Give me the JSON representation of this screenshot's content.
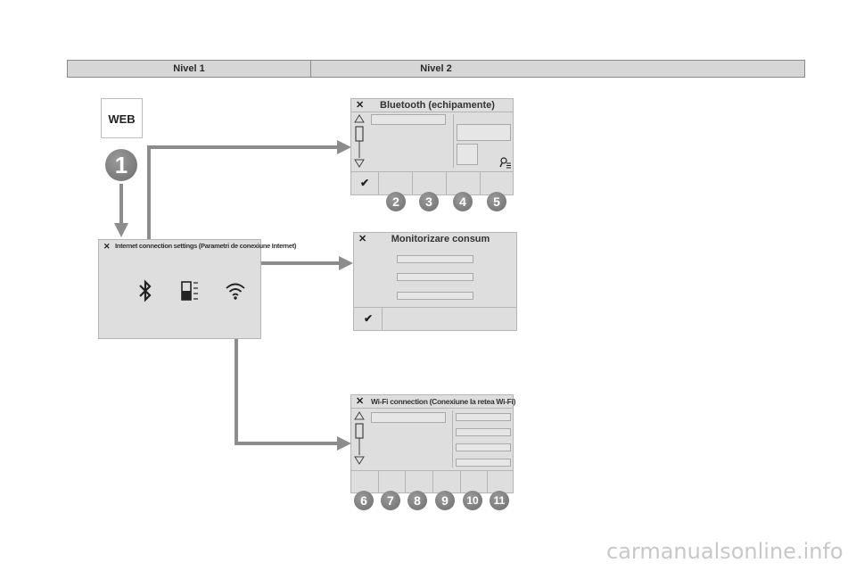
{
  "header": {
    "level1": "Nivel 1",
    "level2": "Nivel 2"
  },
  "web_tile": {
    "label": "WEB"
  },
  "step_main": "1",
  "screens": {
    "internet": {
      "title": "Internet connection settings (Parametri de conexiune Internet)",
      "close": "✕"
    },
    "bluetooth": {
      "title": "Bluetooth (echipamente)",
      "close": "✕",
      "confirm": "✔",
      "numbers": [
        "2",
        "3",
        "4",
        "5"
      ]
    },
    "monitor": {
      "title": "Monitorizare consum",
      "close": "✕",
      "confirm": "✔"
    },
    "wifi": {
      "title": "Wi-Fi connection (Conexiune la retea Wi-Fi)",
      "close": "✕",
      "numbers": [
        "6",
        "7",
        "8",
        "9",
        "10",
        "11"
      ]
    }
  },
  "icons": [
    "bluetooth-icon",
    "data-usage-icon",
    "wifi-icon",
    "scroll-up-icon",
    "scroll-down-icon",
    "search-list-icon"
  ],
  "colors": {
    "arrow": "#8c8c8c",
    "screen": "#dedede",
    "badge": "#7a7a7a"
  },
  "footer": {
    "watermark": "carmanualsonline.info"
  }
}
